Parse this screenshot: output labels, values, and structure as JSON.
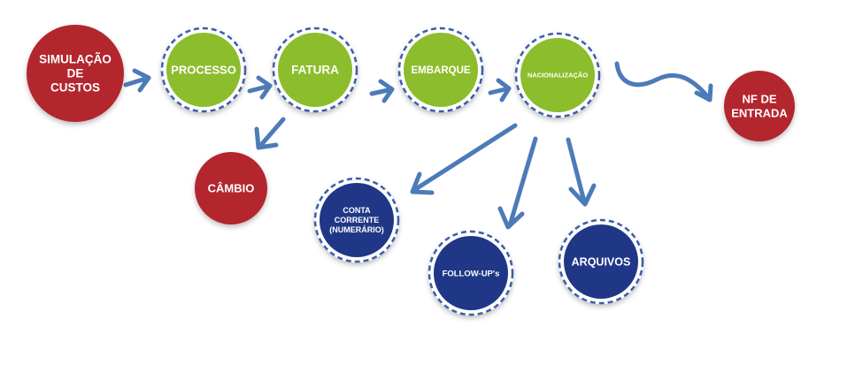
{
  "colors": {
    "red": "#b3282d",
    "green": "#8cbd2c",
    "navy": "#1f3786",
    "ring": "#3b5fa8",
    "arrow": "#4c7bb8"
  },
  "nodes": {
    "simulacao": {
      "lines": [
        "SIMULAÇÃO",
        "DE",
        "CUSTOS"
      ]
    },
    "processo": {
      "lines": [
        "PROCESSO"
      ]
    },
    "fatura": {
      "lines": [
        "FATURA"
      ]
    },
    "embarque": {
      "lines": [
        "EMBARQUE"
      ]
    },
    "nacionalizacao": {
      "lines": [
        "NACIONALIZAÇÃO"
      ]
    },
    "nf_entrada": {
      "lines": [
        "NF DE",
        "ENTRADA"
      ]
    },
    "cambio": {
      "lines": [
        "CÂMBIO"
      ]
    },
    "conta_corrente": {
      "lines": [
        "CONTA",
        "CORRENTE",
        "(NUMERÁRIO)"
      ]
    },
    "follow_ups": {
      "lines": [
        "FOLLOW-UP's"
      ]
    },
    "arquivos": {
      "lines": [
        "ARQUIVOS"
      ]
    }
  }
}
